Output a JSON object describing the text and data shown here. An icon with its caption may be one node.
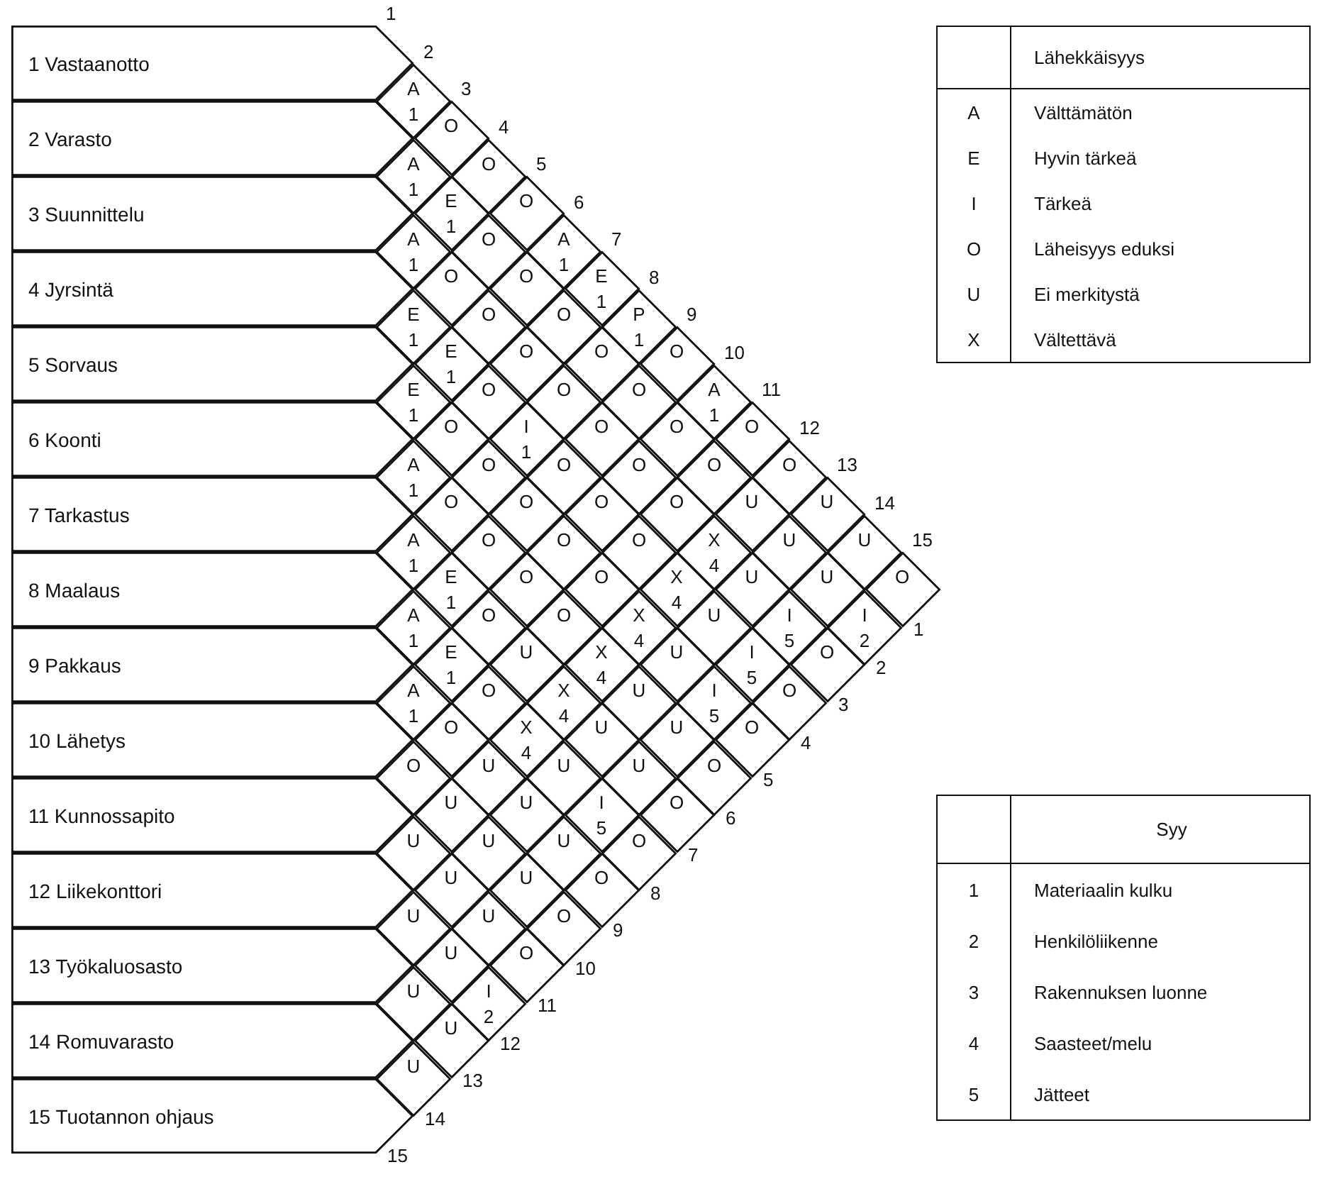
{
  "diagram": {
    "nodes": [
      {
        "text": [
          "1 Vastaanotto"
        ]
      },
      {
        "text": [
          "2 Varasto"
        ]
      },
      {
        "text": [
          "3 Suunnittelu"
        ]
      },
      {
        "text": [
          "4 Jyrsintä"
        ]
      },
      {
        "text": [
          "5 Sorvaus"
        ]
      },
      {
        "text": [
          "6 Koonti"
        ]
      },
      {
        "text": [
          "7 Tarkastus"
        ]
      },
      {
        "text": [
          "8 Maalaus"
        ]
      },
      {
        "text": [
          "9 Pakkaus"
        ]
      },
      {
        "text": [
          "10 Lähetys"
        ]
      },
      {
        "text": [
          "11 Kunnossapito"
        ]
      },
      {
        "text": [
          "12 Liikekonttori"
        ]
      },
      {
        "text": [
          "13 Työkaluosasto"
        ]
      },
      {
        "text": [
          "14 Romuvarasto"
        ]
      },
      {
        "text": [
          "15 Tuotannon ohjaus"
        ]
      },
      {
        "text": [
          "A",
          "1"
        ]
      },
      {
        "text": [
          "O"
        ]
      },
      {
        "text": [
          "O"
        ]
      },
      {
        "text": [
          "O"
        ]
      },
      {
        "text": [
          "A",
          "1"
        ]
      },
      {
        "text": [
          "E",
          "1"
        ]
      },
      {
        "text": [
          "P",
          "1"
        ]
      },
      {
        "text": [
          "O"
        ]
      },
      {
        "text": [
          "A",
          "1"
        ]
      },
      {
        "text": [
          "O"
        ]
      },
      {
        "text": [
          "O"
        ]
      },
      {
        "text": [
          "U"
        ]
      },
      {
        "text": [
          "U"
        ]
      },
      {
        "text": [
          "O"
        ]
      },
      {
        "text": [
          "A",
          "1"
        ]
      },
      {
        "text": [
          "E",
          "1"
        ]
      },
      {
        "text": [
          "O"
        ]
      },
      {
        "text": [
          "O"
        ]
      },
      {
        "text": [
          "O"
        ]
      },
      {
        "text": [
          "O"
        ]
      },
      {
        "text": [
          "O"
        ]
      },
      {
        "text": [
          "O"
        ]
      },
      {
        "text": [
          "O"
        ]
      },
      {
        "text": [
          "U"
        ]
      },
      {
        "text": [
          "U"
        ]
      },
      {
        "text": [
          "U"
        ]
      },
      {
        "text": [
          "I",
          "2"
        ]
      },
      {
        "text": [
          "A",
          "1"
        ]
      },
      {
        "text": [
          "O"
        ]
      },
      {
        "text": [
          "O"
        ]
      },
      {
        "text": [
          "O"
        ]
      },
      {
        "text": [
          "O"
        ]
      },
      {
        "text": [
          "O"
        ]
      },
      {
        "text": [
          "O"
        ]
      },
      {
        "text": [
          "O"
        ]
      },
      {
        "text": [
          "X",
          "4"
        ]
      },
      {
        "text": [
          "U"
        ]
      },
      {
        "text": [
          "I",
          "5"
        ]
      },
      {
        "text": [
          "O"
        ]
      },
      {
        "text": [
          "E",
          "1"
        ]
      },
      {
        "text": [
          "E",
          "1"
        ]
      },
      {
        "text": [
          "O"
        ]
      },
      {
        "text": [
          "I",
          "1"
        ]
      },
      {
        "text": [
          "O"
        ]
      },
      {
        "text": [
          "O"
        ]
      },
      {
        "text": [
          "O"
        ]
      },
      {
        "text": [
          "X",
          "4"
        ]
      },
      {
        "text": [
          "U"
        ]
      },
      {
        "text": [
          "I",
          "5"
        ]
      },
      {
        "text": [
          "O"
        ]
      },
      {
        "text": [
          "E",
          "1"
        ]
      },
      {
        "text": [
          "O"
        ]
      },
      {
        "text": [
          "O"
        ]
      },
      {
        "text": [
          "O"
        ]
      },
      {
        "text": [
          "O"
        ]
      },
      {
        "text": [
          "O"
        ]
      },
      {
        "text": [
          "X",
          "4"
        ]
      },
      {
        "text": [
          "U"
        ]
      },
      {
        "text": [
          "I",
          "5"
        ]
      },
      {
        "text": [
          "O"
        ]
      },
      {
        "text": [
          "A",
          "1"
        ]
      },
      {
        "text": [
          "O"
        ]
      },
      {
        "text": [
          "O"
        ]
      },
      {
        "text": [
          "O"
        ]
      },
      {
        "text": [
          "O"
        ]
      },
      {
        "text": [
          "X",
          "4"
        ]
      },
      {
        "text": [
          "U"
        ]
      },
      {
        "text": [
          "U"
        ]
      },
      {
        "text": [
          "O"
        ]
      },
      {
        "text": [
          "A",
          "1"
        ]
      },
      {
        "text": [
          "E",
          "1"
        ]
      },
      {
        "text": [
          "O"
        ]
      },
      {
        "text": [
          "U"
        ]
      },
      {
        "text": [
          "X",
          "4"
        ]
      },
      {
        "text": [
          "U"
        ]
      },
      {
        "text": [
          "U"
        ]
      },
      {
        "text": [
          "O"
        ]
      },
      {
        "text": [
          "A",
          "1"
        ]
      },
      {
        "text": [
          "E",
          "1"
        ]
      },
      {
        "text": [
          "O"
        ]
      },
      {
        "text": [
          "X",
          "4"
        ]
      },
      {
        "text": [
          "U"
        ]
      },
      {
        "text": [
          "I",
          "5"
        ]
      },
      {
        "text": [
          "O"
        ]
      },
      {
        "text": [
          "A",
          "1"
        ]
      },
      {
        "text": [
          "O"
        ]
      },
      {
        "text": [
          "U"
        ]
      },
      {
        "text": [
          "U"
        ]
      },
      {
        "text": [
          "U"
        ]
      },
      {
        "text": [
          "O"
        ]
      },
      {
        "text": [
          "O"
        ]
      },
      {
        "text": [
          "U"
        ]
      },
      {
        "text": [
          "U"
        ]
      },
      {
        "text": [
          "U"
        ]
      },
      {
        "text": [
          "O"
        ]
      },
      {
        "text": [
          "U"
        ]
      },
      {
        "text": [
          "U"
        ]
      },
      {
        "text": [
          "U"
        ]
      },
      {
        "text": [
          "O"
        ]
      },
      {
        "text": [
          "U"
        ]
      },
      {
        "text": [
          "U"
        ]
      },
      {
        "text": [
          "I",
          "2"
        ]
      },
      {
        "text": [
          "U"
        ]
      },
      {
        "text": [
          "U"
        ]
      },
      {
        "text": [
          "U"
        ]
      }
    ],
    "labels": [
      "1",
      "2",
      "3",
      "4",
      "5",
      "6",
      "7",
      "8",
      "9",
      "10",
      "11",
      "12",
      "13",
      "14",
      "15",
      "1",
      "2",
      "3",
      "4",
      "5",
      "6",
      "7",
      "8",
      "9",
      "10",
      "11",
      "12",
      "13",
      "14",
      "15",
      "Lähekkäisyys",
      "A",
      "Välttämätön",
      "E",
      "Hyvin tärkeä",
      "I",
      "Tärkeä",
      "O",
      "Läheisyys eduksi",
      "U",
      "Ei merkitystä",
      "X",
      "Vältettävä",
      "Syy",
      "1",
      "Materiaalin kulku",
      "2",
      "Henkilöliikenne",
      "3",
      "Rakennuksen luonne",
      "4",
      "Saasteet/melu",
      "5",
      "Jätteet"
    ]
  }
}
